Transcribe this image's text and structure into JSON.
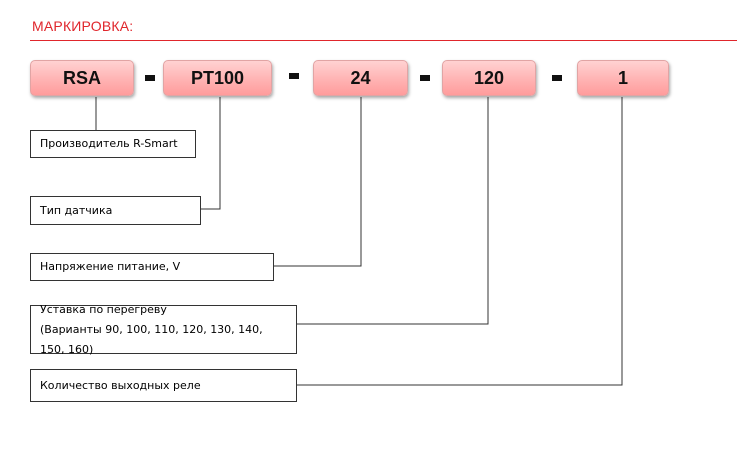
{
  "title": "МАРКИРОВКА:",
  "colors": {
    "title": "#e0262c",
    "box_fill_top": "#ffd2d2",
    "box_fill_bottom": "#ff9c9c",
    "box_border": "#e1a4a4"
  },
  "code_parts": [
    {
      "value": "RSA"
    },
    {
      "value": "PT100"
    },
    {
      "value": "24"
    },
    {
      "value": "120"
    },
    {
      "value": "1"
    }
  ],
  "separator": "-",
  "labels": [
    {
      "lines": [
        "Производитель R-Smart"
      ]
    },
    {
      "lines": [
        "Тип датчика"
      ]
    },
    {
      "lines": [
        "Напряжение питание, V"
      ]
    },
    {
      "lines": [
        "Уставка по перегреву",
        "(Варианты 90, 100, 110, 120, 130, 140, 150, 160)"
      ]
    },
    {
      "lines": [
        "Количество выходных реле"
      ]
    }
  ]
}
